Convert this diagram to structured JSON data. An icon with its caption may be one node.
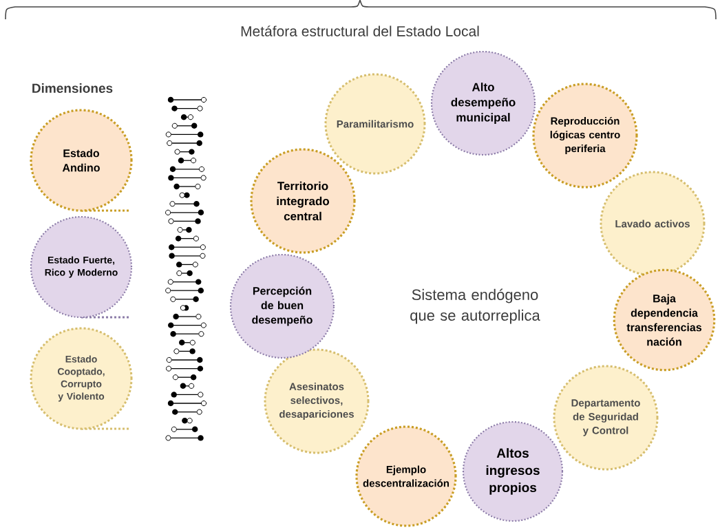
{
  "diagram": {
    "title": "Metáfora estructural del Estado Local",
    "nodes": [
      {
        "text": [
          "Estado Andino"
        ]
      },
      {
        "text": [
          "Estado Fuerte, Rico y Moderno"
        ]
      },
      {
        "text": [
          "Estado Cooptado, Corrupto y Violento"
        ]
      },
      {
        "text": [
          "Paramilitarismo"
        ]
      },
      {
        "text": [
          "Alto desempeño municipal"
        ]
      },
      {
        "text": [
          "Reproducción lógicas centro periferia"
        ]
      },
      {
        "text": [
          "Lavado activos"
        ]
      },
      {
        "text": [
          "Baja dependencia transferencias nación"
        ]
      },
      {
        "text": [
          "Departamento de Seguridad y Control"
        ]
      },
      {
        "text": [
          "Altos ingresos propios"
        ]
      },
      {
        "text": [
          "Ejemplo descentralización"
        ]
      },
      {
        "text": [
          "Asesinatos selectivos, desapariciones"
        ]
      },
      {
        "text": [
          "Percepción de buen desempeño"
        ]
      },
      {
        "text": [
          "Territorio integrado central"
        ]
      }
    ],
    "labels": [
      "Dimensiones",
      "Sistema endógeno que se autorreplica"
    ]
  }
}
